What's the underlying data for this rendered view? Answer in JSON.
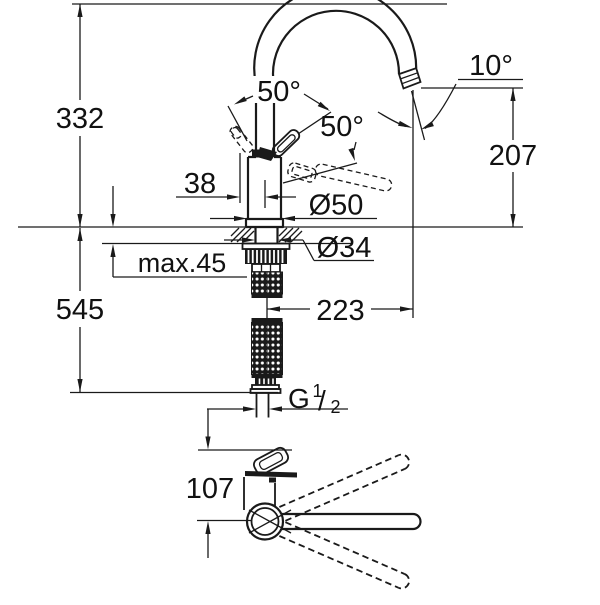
{
  "colors": {
    "line": "#1a1a1a",
    "background": "#ffffff"
  },
  "drawing": {
    "type": "faucet-installation-dimension-diagram",
    "dims": {
      "total_height": "332",
      "below_deck_height": "545",
      "handle_offset": "38",
      "handle_angle_left": "50°",
      "handle_angle_right": "50°",
      "spout_outlet_angle": "10°",
      "outlet_height": "207",
      "base_diameter": "Ø50",
      "hole_diameter": "Ø34",
      "max_deck_thickness": "max.45",
      "spout_reach": "223",
      "top_view_depth": "107",
      "thread": {
        "prefix": "G",
        "numerator": "1",
        "slash": "/",
        "denominator": "2"
      }
    }
  }
}
